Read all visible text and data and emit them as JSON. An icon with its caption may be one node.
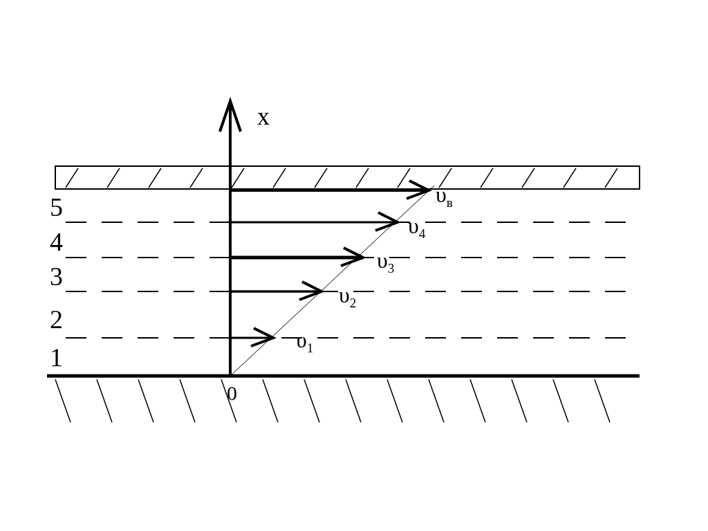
{
  "diagram": {
    "labels": [
      "x",
      "υ$_{в}$",
      "5",
      "υ$_{4}$",
      "4",
      "υ$_{3}$",
      "3",
      "υ$_{2}$",
      "2",
      "υ$_{1}$",
      "1",
      "0"
    ]
  }
}
